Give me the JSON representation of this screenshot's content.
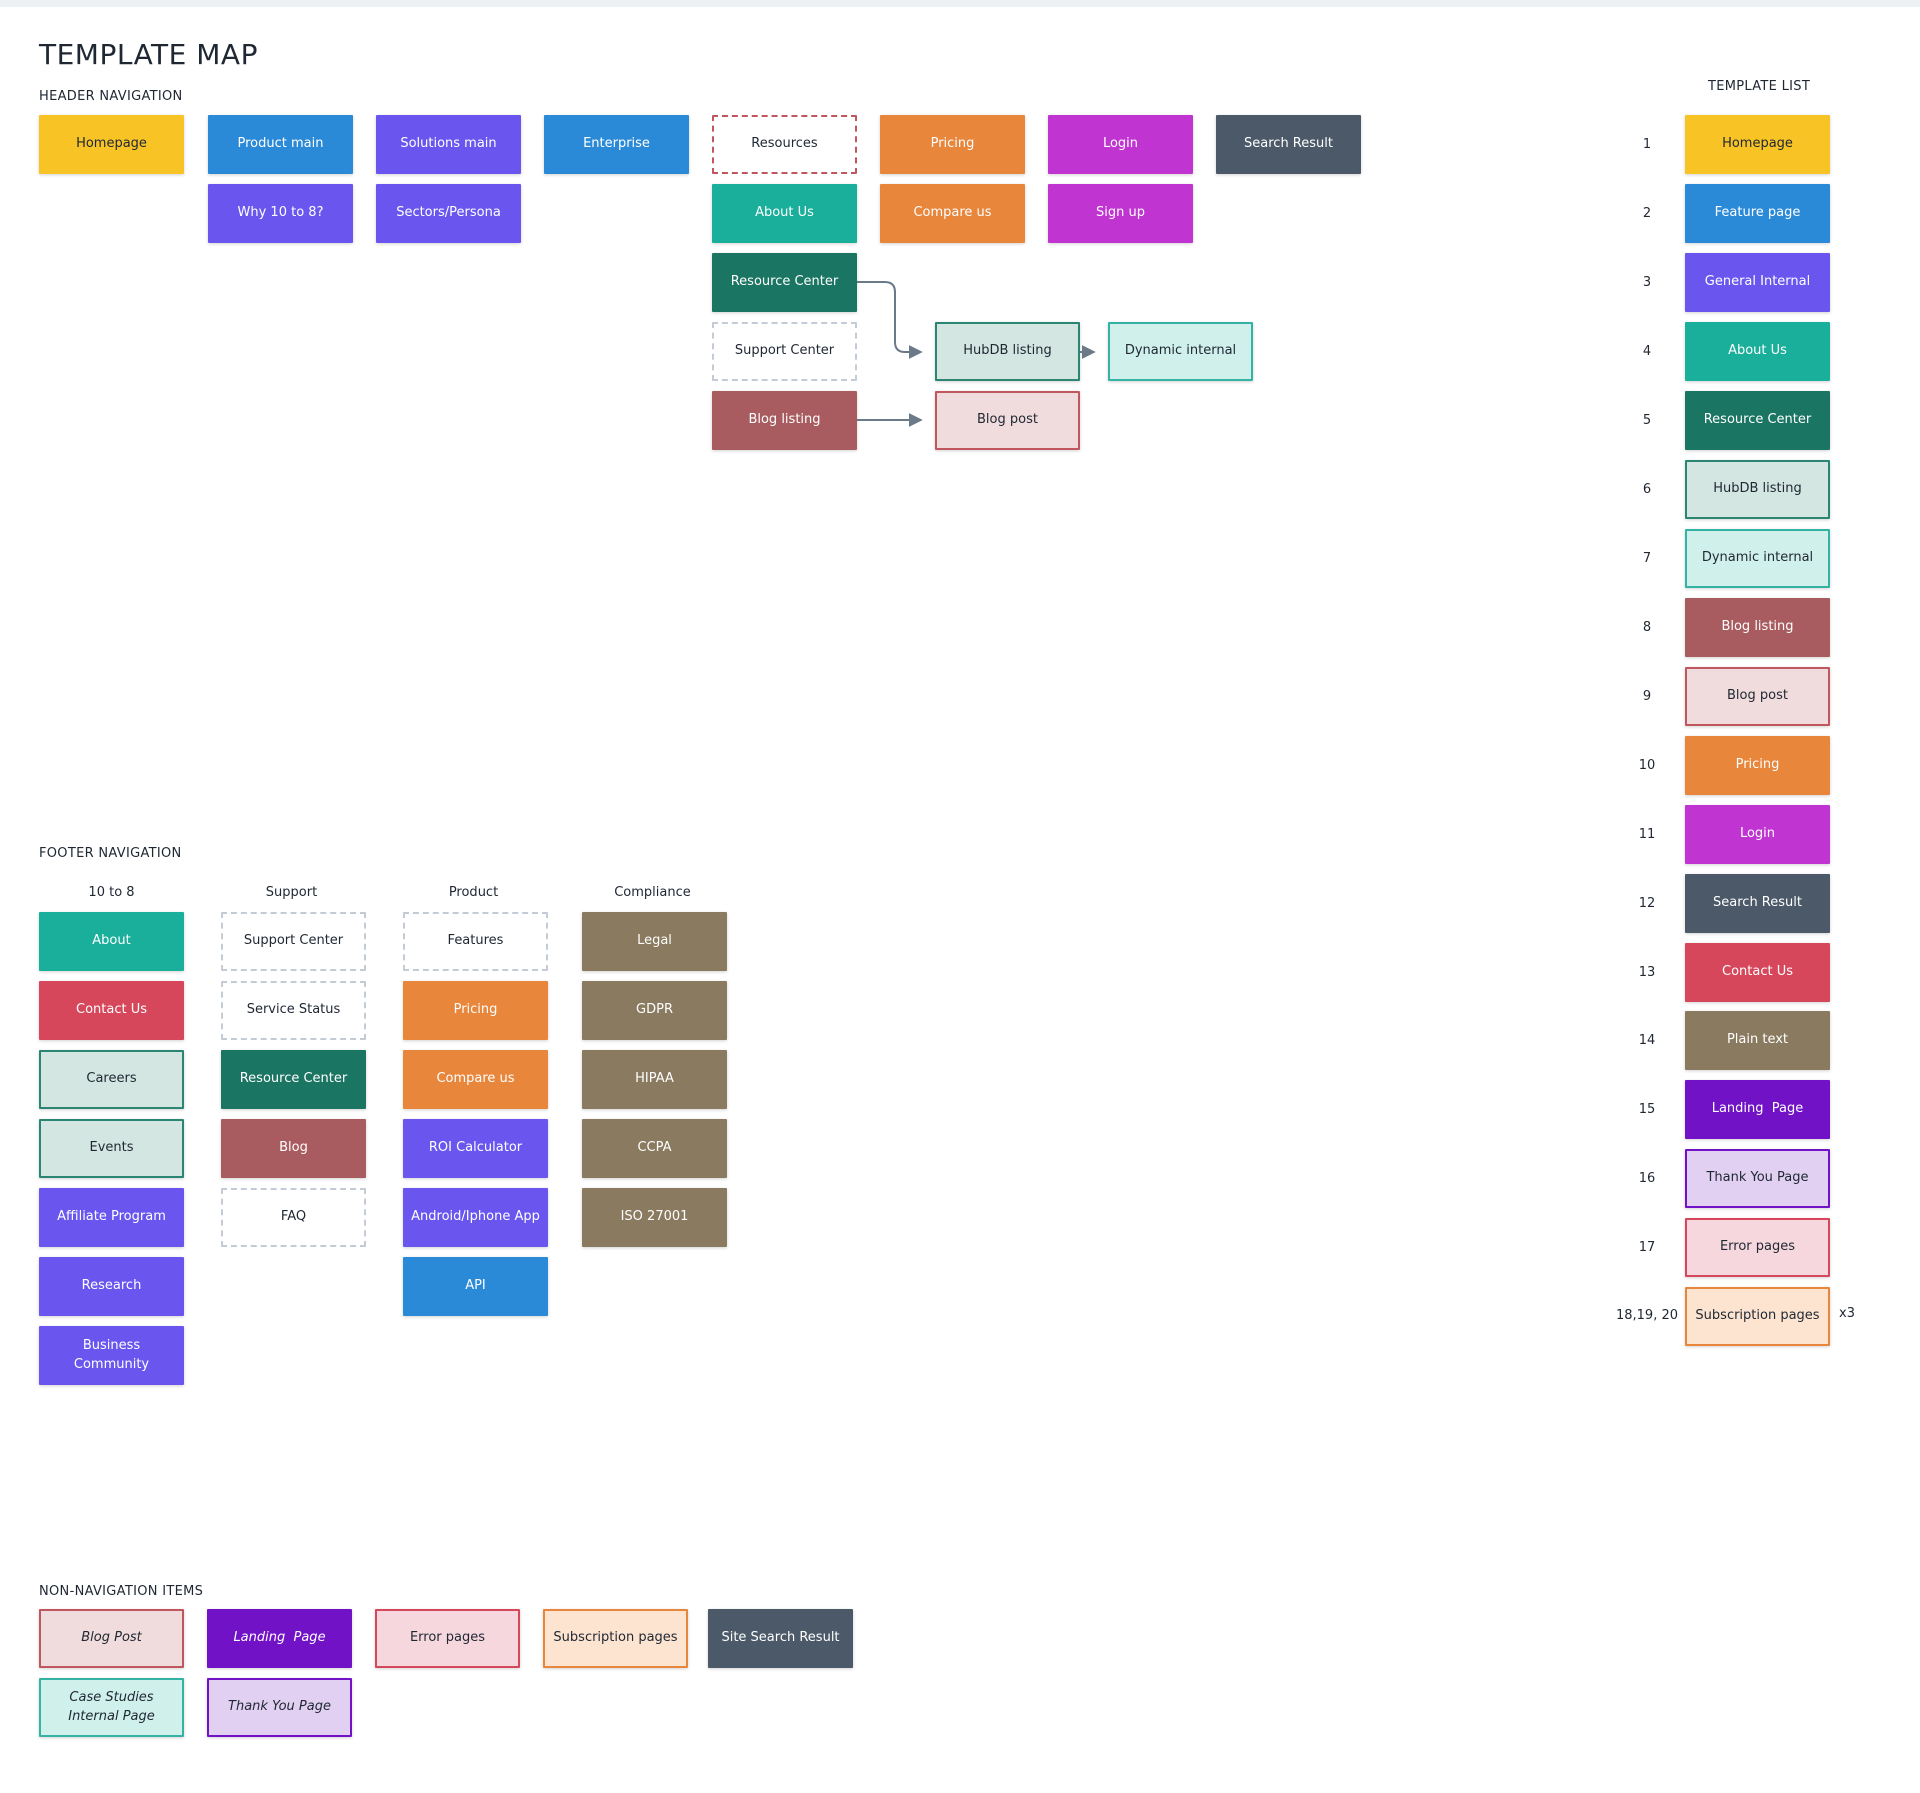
{
  "title": "TEMPLATE MAP",
  "sections": {
    "header": "HEADER NAVIGATION",
    "footer": "FOOTER NAVIGATION",
    "non_nav": "NON-NAVIGATION ITEMS",
    "template_list": "TEMPLATE LIST"
  },
  "colors": {
    "yellow": "#f8c325",
    "blue": "#2b8ad8",
    "purple": "#6a56ef",
    "teal": "#1aaf9a",
    "orange": "#e8863c",
    "magenta": "#c034d2",
    "slate": "#4b5968",
    "dark_green": "#1b7563",
    "rose": "#a85c5f",
    "red": "#d6475b",
    "brown": "#8a7a5f",
    "violet": "#7112c7",
    "connector": "#6b7a88"
  },
  "header_nav": {
    "homepage": "Homepage",
    "product_main": "Product main",
    "why": "Why 10 to 8?",
    "solutions_main": "Solutions main",
    "sectors": "Sectors/Persona",
    "enterprise": "Enterprise",
    "resources": "Resources",
    "about_us": "About Us",
    "resource_center": "Resource Center",
    "support_center": "Support Center",
    "blog_listing": "Blog listing",
    "hubdb_listing": "HubDB listing",
    "dynamic_internal": "Dynamic internal",
    "blog_post": "Blog post",
    "pricing": "Pricing",
    "compare_us": "Compare us",
    "login": "Login",
    "sign_up": "Sign up",
    "search_result": "Search Result"
  },
  "footer_nav": {
    "columns": {
      "c1": "10 to 8",
      "c2": "Support",
      "c3": "Product",
      "c4": "Compliance"
    },
    "col1": [
      "About",
      "Contact Us",
      "Careers",
      "Events",
      "Affiliate Program",
      "Research",
      "Business Community"
    ],
    "col2": [
      "Support Center",
      "Service Status",
      "Resource Center",
      "Blog",
      "FAQ"
    ],
    "col3": [
      "Features",
      "Pricing",
      "Compare us",
      "ROI Calculator",
      "Android/Iphone App",
      "API"
    ],
    "col4": [
      "Legal",
      "GDPR",
      "HIPAA",
      "CCPA",
      "ISO 27001"
    ]
  },
  "non_nav": [
    "Blog Post",
    "Landing  Page",
    "Error pages",
    "Subscription pages",
    "Site Search Result",
    "Case Studies Internal Page",
    "Thank You Page"
  ],
  "template_list": {
    "numbers": [
      "1",
      "2",
      "3",
      "4",
      "5",
      "6",
      "7",
      "8",
      "9",
      "10",
      "11",
      "12",
      "13",
      "14",
      "15",
      "16",
      "17",
      "18,19, 20"
    ],
    "items": [
      "Homepage",
      "Feature page",
      "General Internal",
      "About Us",
      "Resource Center",
      "HubDB listing",
      "Dynamic internal",
      "Blog listing",
      "Blog post",
      "Pricing",
      "Login",
      "Search Result",
      "Contact Us",
      "Plain text",
      "Landing  Page",
      "Thank You Page",
      "Error pages",
      "Subscription pages"
    ],
    "multiplier": "x3"
  }
}
